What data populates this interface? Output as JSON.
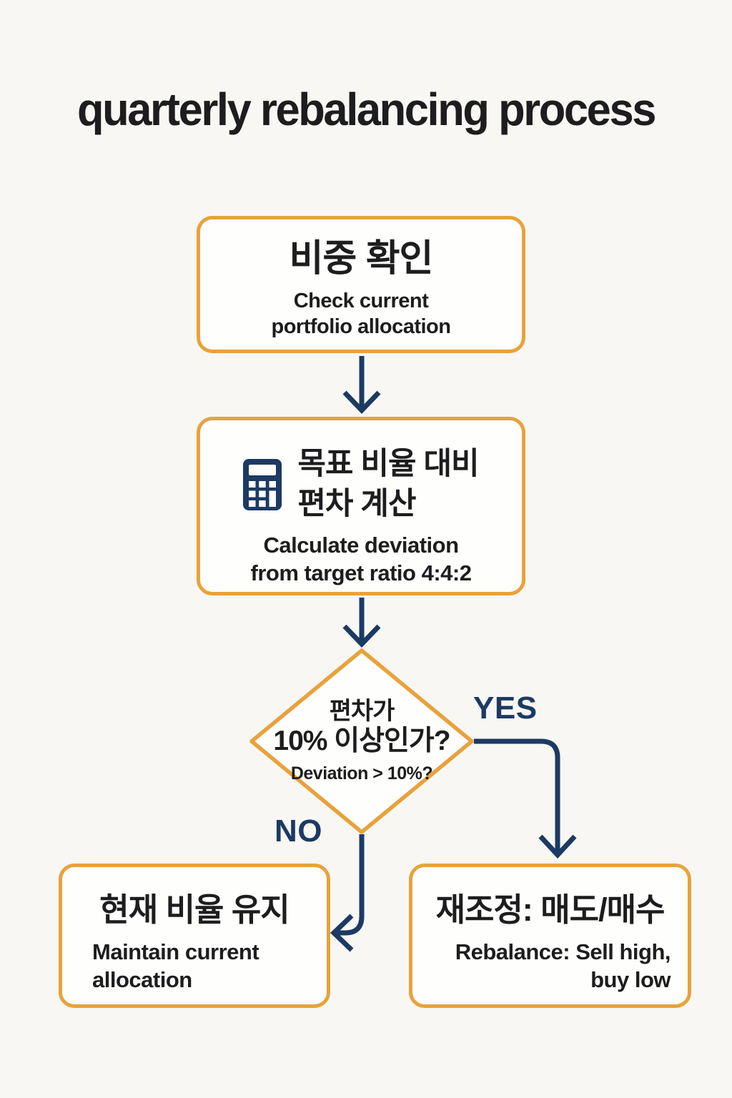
{
  "title": "quarterly rebalancing process",
  "colors": {
    "accent_orange": "#e8a23b",
    "navy": "#1c3a63",
    "background": "#f8f7f3",
    "text": "#1d1d1f",
    "node_fill": "#fefefc"
  },
  "nodes": {
    "check": {
      "ko": "비중 확인",
      "en_lines": [
        "Check current",
        "portfolio allocation"
      ]
    },
    "calculate": {
      "icon": "calculator-icon",
      "ko_lines": [
        "목표 비율 대비",
        "편차 계산"
      ],
      "en_lines": [
        "Calculate deviation",
        "from target ratio 4:4:2"
      ]
    },
    "decision": {
      "ko_lines": [
        "편차가",
        "10% 이상인가?"
      ],
      "en": "Deviation > 10%?"
    },
    "maintain": {
      "ko": "현재 비율 유지",
      "en_lines": [
        "Maintain current",
        "allocation"
      ]
    },
    "rebalance": {
      "ko": "재조정: 매도/매수",
      "en_lines": [
        "Rebalance: Sell high,",
        "buy low"
      ]
    }
  },
  "labels": {
    "yes": "YES",
    "no": "NO"
  }
}
